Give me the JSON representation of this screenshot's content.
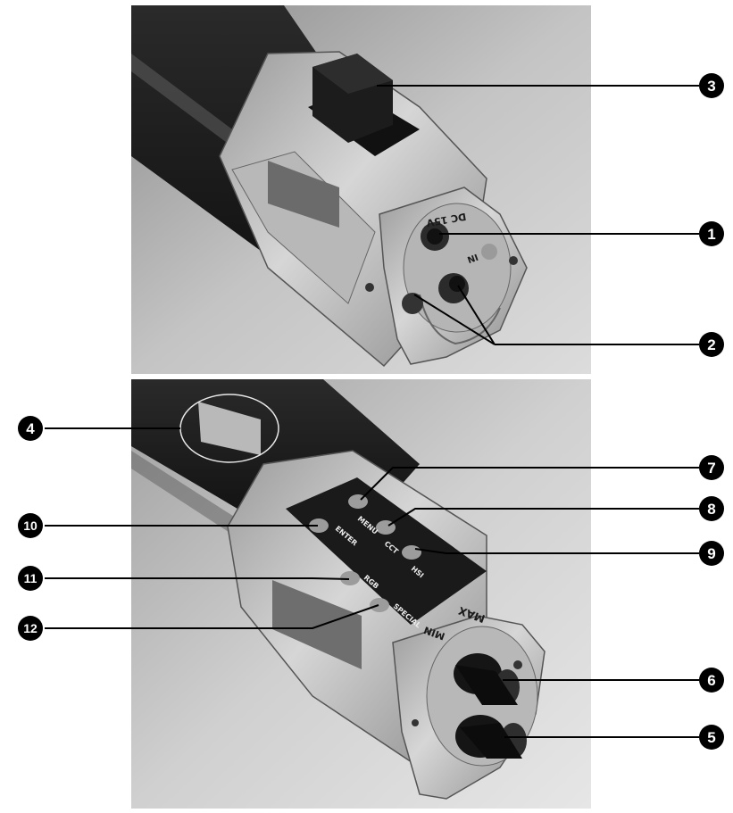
{
  "callouts": [
    {
      "id": "c1",
      "number": "1"
    },
    {
      "id": "c2",
      "number": "2"
    },
    {
      "id": "c3",
      "number": "3"
    },
    {
      "id": "c4",
      "number": "4"
    },
    {
      "id": "c5",
      "number": "5"
    },
    {
      "id": "c6",
      "number": "6"
    },
    {
      "id": "c7",
      "number": "7"
    },
    {
      "id": "c8",
      "number": "8"
    },
    {
      "id": "c9",
      "number": "9"
    },
    {
      "id": "c10",
      "number": "10"
    },
    {
      "id": "c11",
      "number": "11"
    },
    {
      "id": "c12",
      "number": "12"
    }
  ],
  "device_labels": {
    "dc_in": "DC 15V",
    "in": "IN",
    "menu": "MENU",
    "cct": "CCT",
    "hsi": "HSI",
    "enter": "ENTER",
    "rgb": "RGB",
    "special": "SPECIAL",
    "min": "MIN",
    "max": "MAX"
  }
}
